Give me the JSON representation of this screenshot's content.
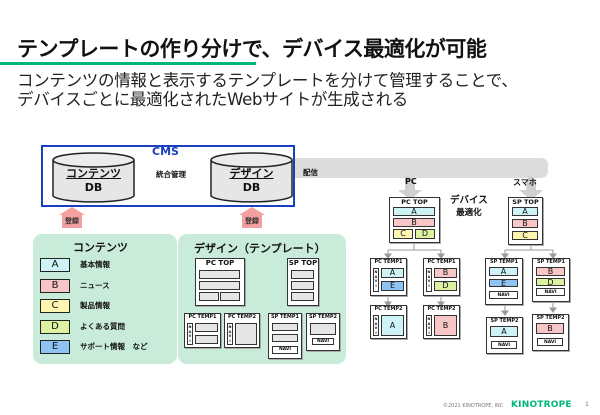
{
  "header": {
    "title": "テンプレートの作り分けで、デバイス最適化が可能",
    "subtitle_line1": "コンテンツの情報と表示するテンプレートを分けて管理することで、",
    "subtitle_line2": "デバイスごとに最適化されたWebサイトが生成される"
  },
  "cms": {
    "label": "CMS",
    "content_db": {
      "line1": "コンテンツ",
      "line2": "DB"
    },
    "design_db": {
      "line1": "デザイン",
      "line2": "DB"
    },
    "integrated_label": "統合管理",
    "delivery_label": "配信",
    "register_label": "登録"
  },
  "contents_panel": {
    "title": "コンテンツ",
    "items": [
      {
        "letter": "A",
        "label": "基本情報",
        "color": "#cdf3f7"
      },
      {
        "letter": "B",
        "label": "ニュース",
        "color": "#f8c6c6"
      },
      {
        "letter": "C",
        "label": "製品情報",
        "color": "#fdf5b0"
      },
      {
        "letter": "D",
        "label": "よくある質問",
        "color": "#dcf2a0"
      },
      {
        "letter": "E",
        "label": "サポート情報　など",
        "color": "#8fc4f2"
      }
    ]
  },
  "design_panel": {
    "title": "デザイン（テンプレート）",
    "pc_top": "PC TOP",
    "sp_top": "SP TOP",
    "pc_temp1": "PC TEMP1",
    "pc_temp2": "PC TEMP2",
    "sp_temp1": "SP TEMP1",
    "sp_temp2": "SP TEMP2",
    "navi": "NAVI"
  },
  "output": {
    "pc_label": "PC",
    "sp_label": "スマホ",
    "device_line1": "デバイス",
    "device_line2": "最適化",
    "pc_top": "PC TOP",
    "sp_top": "SP TOP",
    "pc_temp1": "PC TEMP1",
    "pc_temp2": "PC TEMP2",
    "sp_temp1": "SP TEMP1",
    "sp_temp2": "SP TEMP2",
    "navi": "NAVI",
    "letters": {
      "A": "A",
      "B": "B",
      "C": "C",
      "D": "D",
      "E": "E"
    }
  },
  "footer": {
    "copyright": "©2021 KINOTROPE, INC",
    "logo": "KINOTROPE",
    "page_number": "1"
  },
  "colors": {
    "accent_green": "#00b77a",
    "cms_blue": "#1a3fbf",
    "panel_green": "#c8ecd9",
    "register_pink": "#f5a0a0"
  }
}
